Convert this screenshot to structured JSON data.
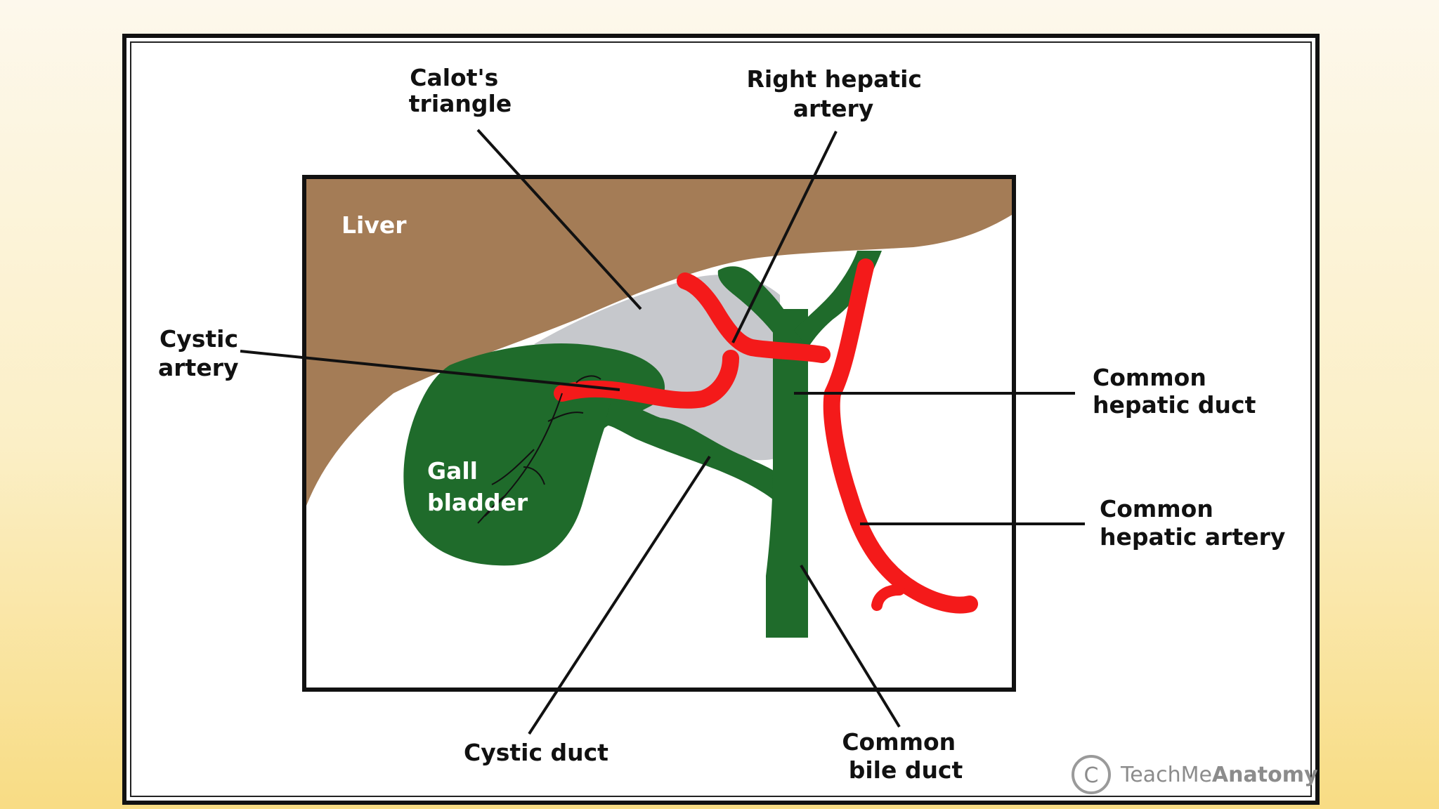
{
  "diagram": {
    "labels": {
      "calots_triangle": [
        "Calot's",
        "triangle"
      ],
      "right_hepatic_artery": [
        "Right hepatic",
        "artery"
      ],
      "cystic_artery": [
        "Cystic",
        "artery"
      ],
      "liver": "Liver",
      "gall_bladder": [
        "Gall",
        "bladder"
      ],
      "common_hepatic_duct": [
        "Common",
        "hepatic duct"
      ],
      "common_hepatic_artery": [
        "Common",
        "hepatic artery"
      ],
      "cystic_duct": "Cystic duct",
      "common_bile_duct": [
        "Common",
        "bile duct"
      ]
    },
    "watermark": {
      "symbol": "C",
      "text_regular": "TeachMe",
      "text_bold": "Anatomy"
    },
    "colors": {
      "liver": "#a47c56",
      "bile_ducts": "#1f6b2b",
      "arteries": "#f41a1a",
      "calots_triangle": "#c6c8cc"
    }
  }
}
